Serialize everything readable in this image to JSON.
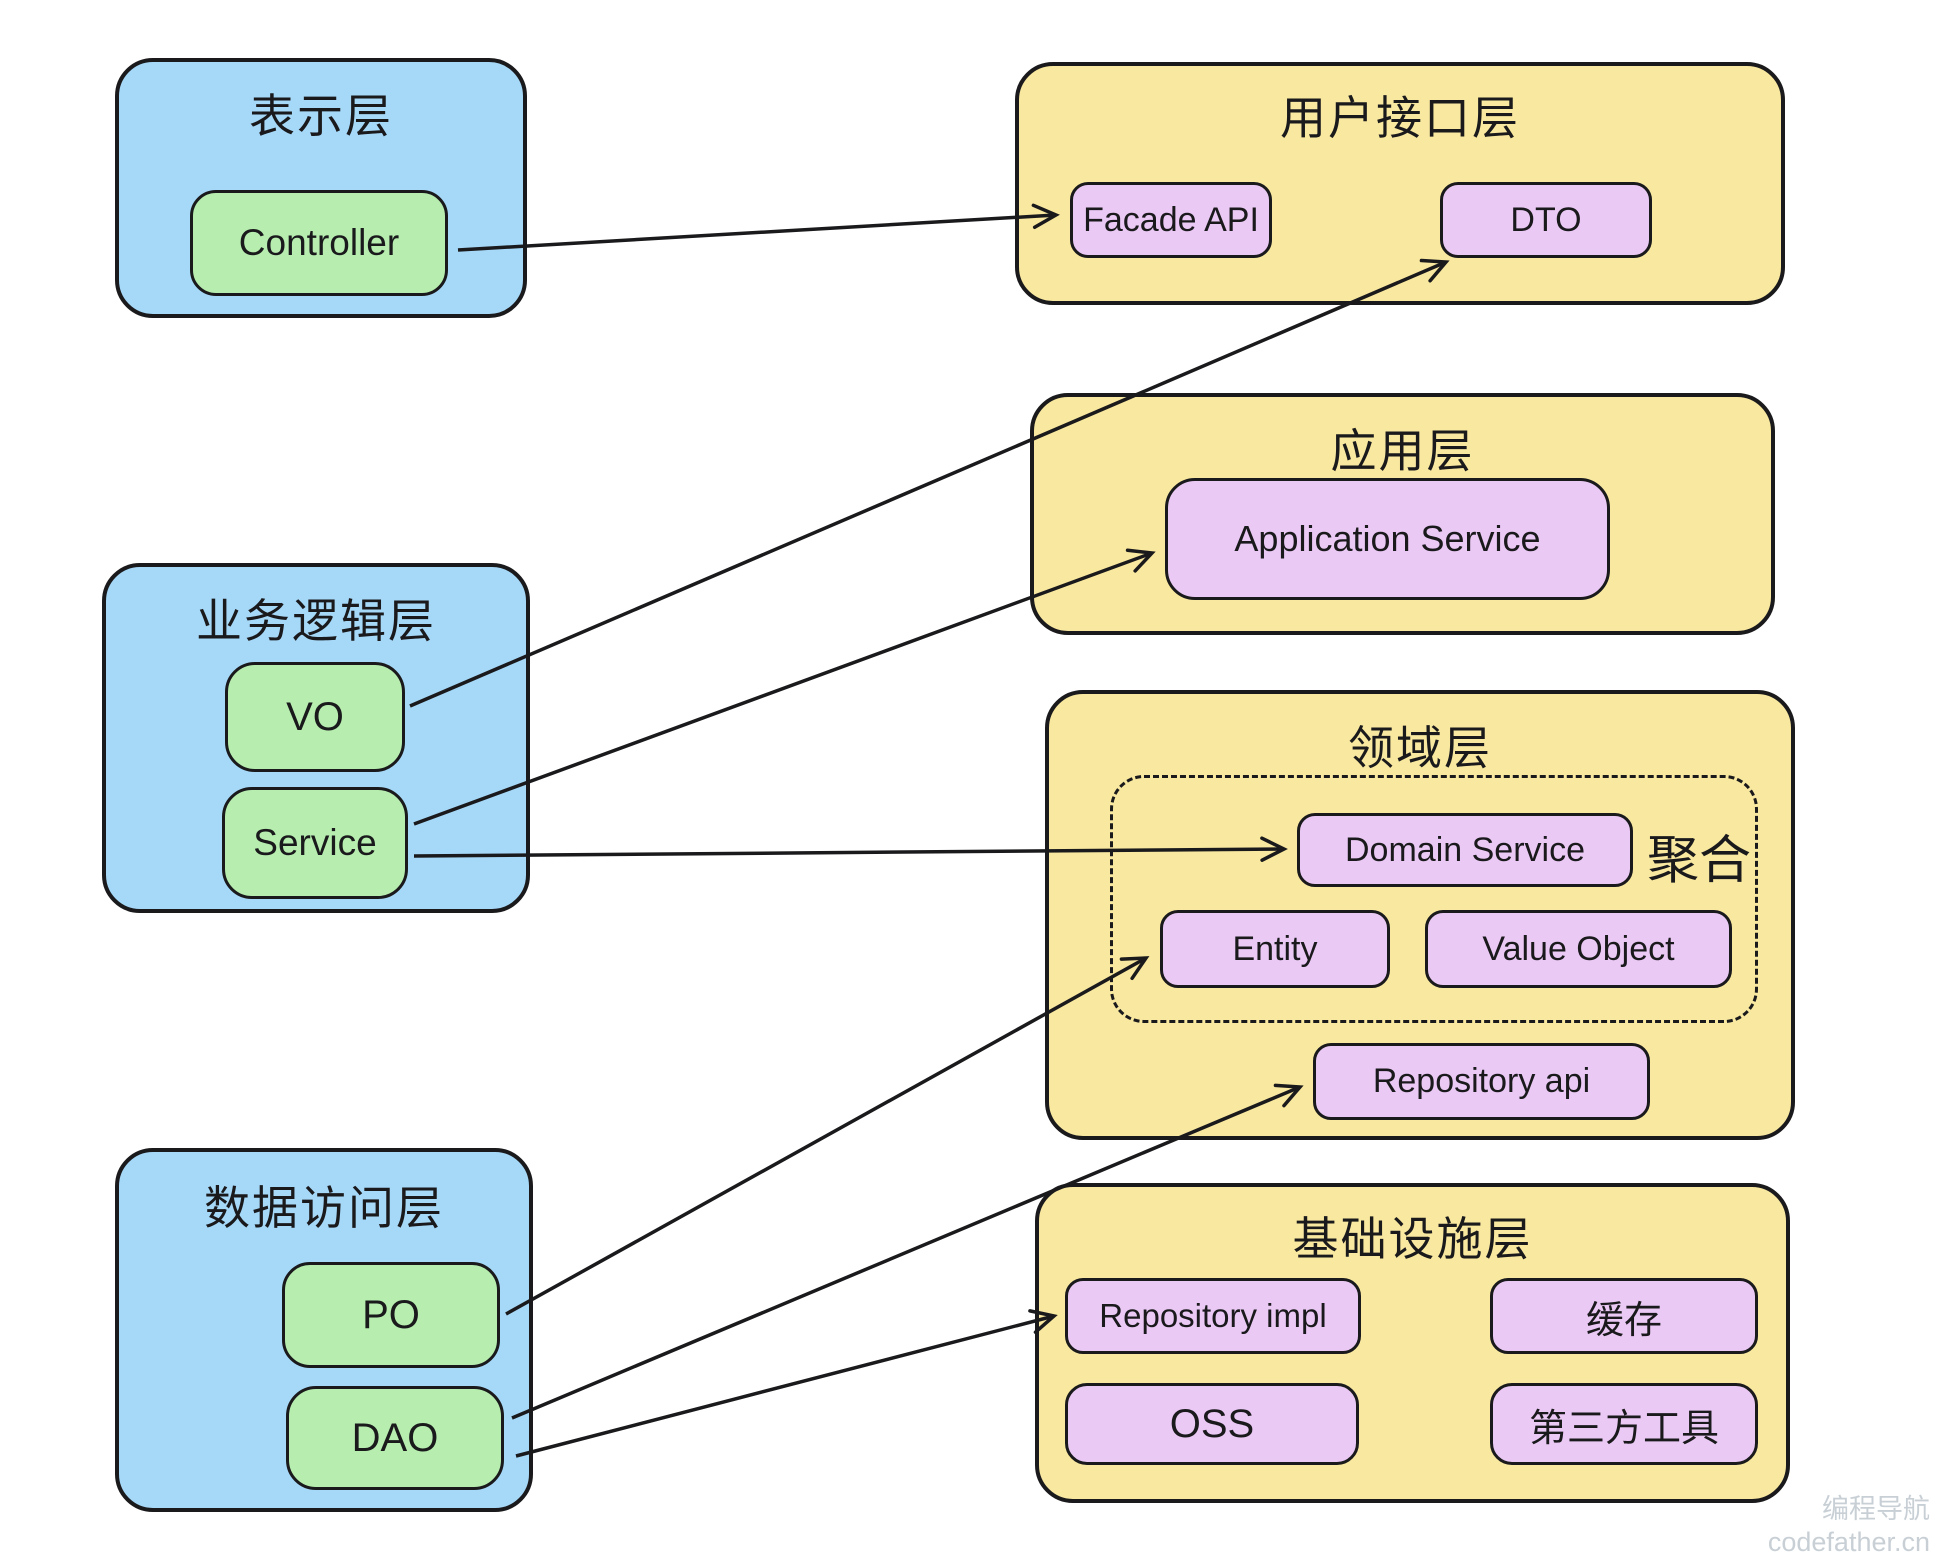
{
  "layers": {
    "left": [
      {
        "title": "表示层",
        "items": [
          "Controller"
        ]
      },
      {
        "title": "业务逻辑层",
        "items": [
          "VO",
          "Service"
        ]
      },
      {
        "title": "数据访问层",
        "items": [
          "PO",
          "DAO"
        ]
      }
    ],
    "right": [
      {
        "title": "用户接口层",
        "items": [
          "Facade API",
          "DTO"
        ]
      },
      {
        "title": "应用层",
        "items": [
          "Application Service"
        ]
      },
      {
        "title": "领域层",
        "aggregate": {
          "label": "聚合",
          "items": [
            "Domain Service",
            "Entity",
            "Value Object"
          ]
        },
        "items": [
          "Repository api"
        ]
      },
      {
        "title": "基础设施层",
        "items": [
          "Repository impl",
          "缓存",
          "OSS",
          "第三方工具"
        ]
      }
    ]
  },
  "relationships": [
    {
      "from": "Controller",
      "to": "Facade API"
    },
    {
      "from": "VO",
      "to": "DTO"
    },
    {
      "from": "Service",
      "to": "Application Service"
    },
    {
      "from": "Service",
      "to": "Domain Service"
    },
    {
      "from": "PO",
      "to": "Entity"
    },
    {
      "from": "DAO",
      "to": "Repository api"
    },
    {
      "from": "DAO",
      "to": "Repository impl"
    }
  ],
  "colors": {
    "left_layer_fill": "#a6d8f8",
    "left_item_fill": "#b7eeb0",
    "right_layer_fill": "#f9e8a0",
    "right_item_fill": "#ebc9f5",
    "outline": "#1a1a1c"
  },
  "watermark": {
    "line1": "编程导航",
    "line2": "codefather.cn"
  }
}
